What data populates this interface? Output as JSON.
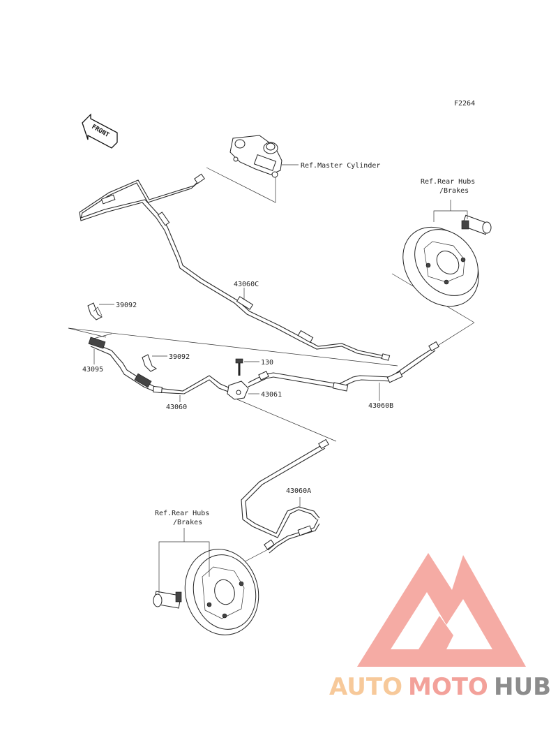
{
  "figure_code": "F2264",
  "front_marker": "FRONT",
  "labels": {
    "ref_master_cylinder": "Ref.Master Cylinder",
    "ref_rear_hubs_top_line1": "Ref.Rear Hubs",
    "ref_rear_hubs_top_line2": "/Brakes",
    "ref_rear_hubs_bottom_line1": "Ref.Rear Hubs",
    "ref_rear_hubs_bottom_line2": "/Brakes",
    "part_43060C": "43060C",
    "part_39092_a": "39092",
    "part_39092_b": "39092",
    "part_43095": "43095",
    "part_130": "130",
    "part_43061": "43061",
    "part_43060": "43060",
    "part_43060B": "43060B",
    "part_43060A": "43060A"
  },
  "watermark": {
    "part1": "AUTO",
    "part2": "MOTO",
    "part3": "HUB",
    "color1": "#f7c99a",
    "color2": "#f3a19a",
    "color3": "#8c8c8c",
    "logo_color": "#f39a92"
  }
}
